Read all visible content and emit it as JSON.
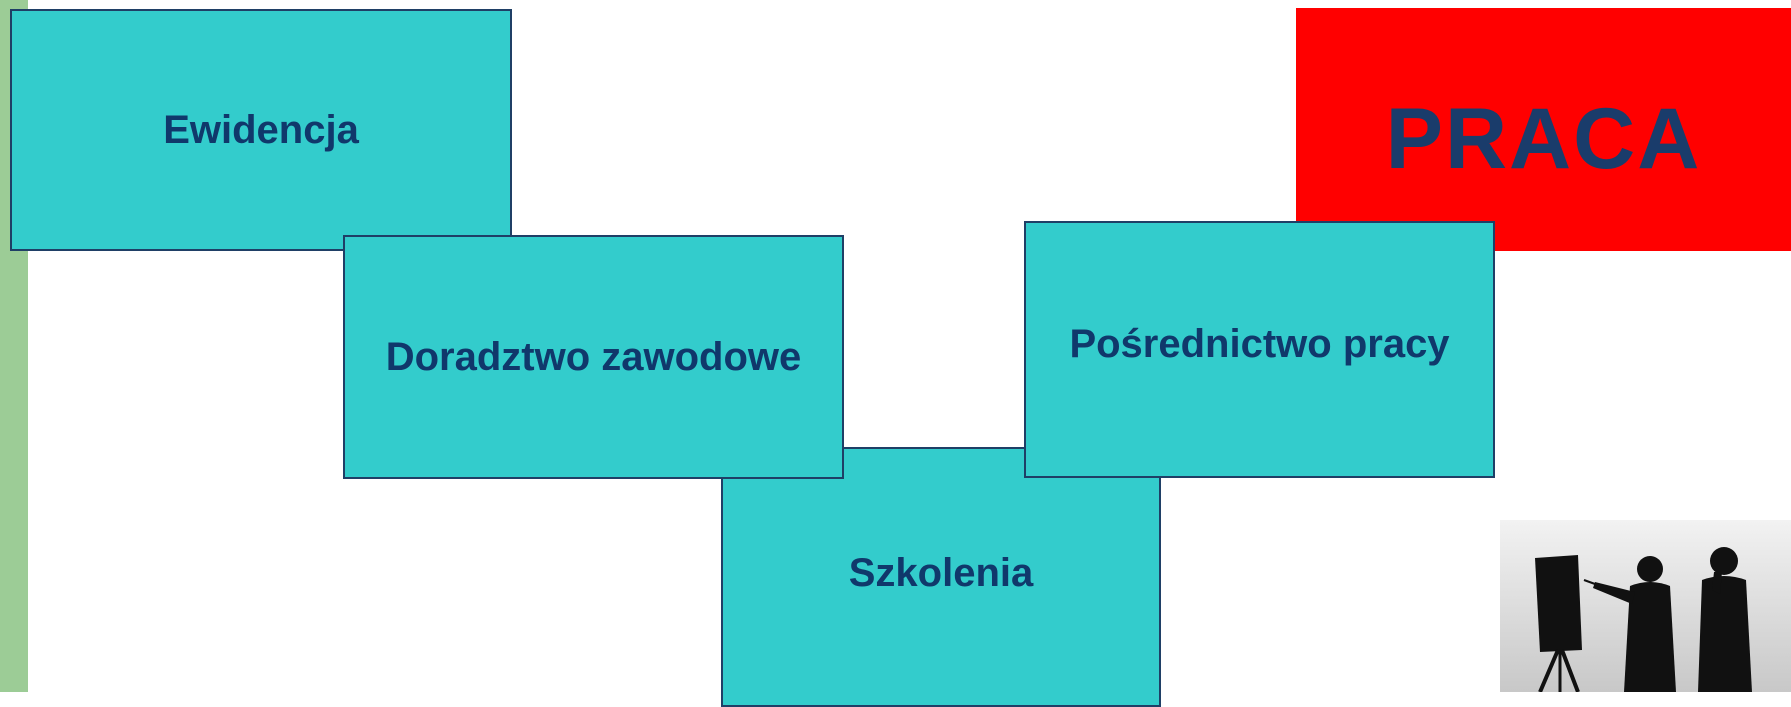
{
  "boxes": {
    "ewidencja": "Ewidencja",
    "doradztwo": "Doradztwo zawodowe",
    "posrednictwo": "Pośrednictwo pracy",
    "szkolenia": "Szkolenia"
  },
  "praca": "PRACA",
  "colors": {
    "box_fill": "#33cccc",
    "box_border": "#1f3f66",
    "text": "#10386b",
    "praca_fill": "#ff0000",
    "side_bar": "#9ccc96"
  },
  "photo_icon": "business-people-silhouette-icon"
}
